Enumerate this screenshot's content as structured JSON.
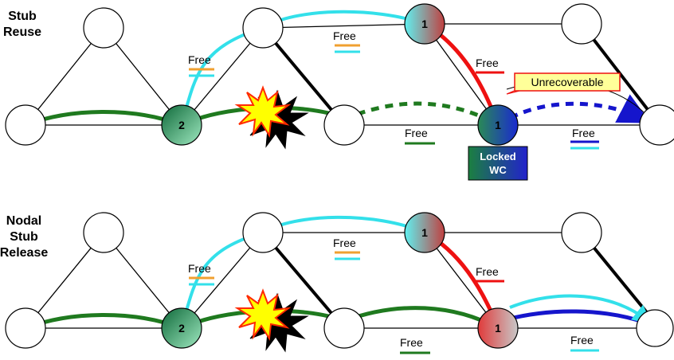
{
  "top": {
    "title_lines": [
      "Stub",
      "Reuse"
    ],
    "node_1_top": "1",
    "node_2": "2",
    "node_1_bottom": "1",
    "free_labels": [
      "Free",
      "Free",
      "Free",
      "Free",
      "Free"
    ],
    "callout": "Unrecoverable",
    "locked_lines": [
      "Locked",
      "WC"
    ]
  },
  "bottom": {
    "title_lines": [
      "Nodal",
      "Stub",
      "Release"
    ],
    "node_1_top": "1",
    "node_2": "2",
    "node_1_bottom": "1",
    "free_labels": [
      "Free",
      "Free",
      "Free",
      "Free",
      "Free"
    ]
  },
  "colors": {
    "green": "#1f7a1f",
    "cyan": "#33e0ea",
    "red": "#ee1111",
    "blue": "#1515cc",
    "orange": "#f0a030",
    "callout_fill": "#ffff99"
  }
}
